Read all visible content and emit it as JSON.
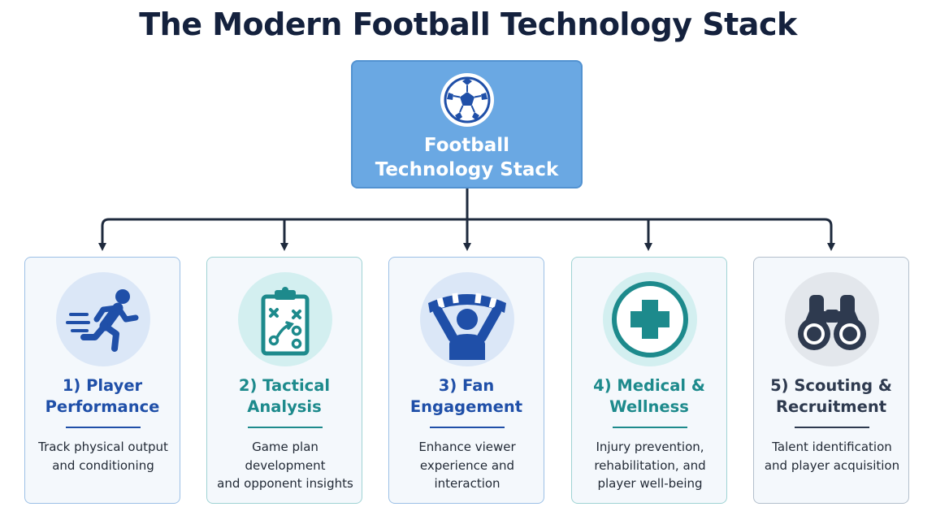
{
  "title": "The Modern Football Technology Stack",
  "root": {
    "label_line1": "Football",
    "label_line2": "Technology Stack",
    "icon": "soccer-ball-icon"
  },
  "cards": [
    {
      "title_line1": "1) Player",
      "title_line2": "Performance",
      "desc_line1": "Track physical output",
      "desc_line2": "and conditioning",
      "desc_line3": "",
      "icon": "running-player-icon",
      "accent": "#1f4fa8",
      "circle": "#dbe7f7",
      "border": "#9cc0e6"
    },
    {
      "title_line1": "2) Tactical",
      "title_line2": "Analysis",
      "desc_line1": "Game plan development",
      "desc_line2": "and opponent insights",
      "desc_line3": "",
      "icon": "tactics-clipboard-icon",
      "accent": "#1d8a8c",
      "circle": "#d3eff0",
      "border": "#9fd3d4"
    },
    {
      "title_line1": "3) Fan",
      "title_line2": "Engagement",
      "desc_line1": "Enhance viewer",
      "desc_line2": "experience and",
      "desc_line3": "interaction",
      "icon": "cheering-fan-scarf-icon",
      "accent": "#1f4fa8",
      "circle": "#dbe7f7",
      "border": "#9cc0e6"
    },
    {
      "title_line1": "4) Medical &",
      "title_line2": "Wellness",
      "desc_line1": "Injury prevention,",
      "desc_line2": "rehabilitation, and",
      "desc_line3": "player well-being",
      "icon": "medical-cross-icon",
      "accent": "#1d8a8c",
      "circle": "#d3eff0",
      "border": "#9fd3d4"
    },
    {
      "title_line1": "5) Scouting &",
      "title_line2": "Recruitment",
      "desc_line1": "Talent identification",
      "desc_line2": "and player acquisition",
      "desc_line3": "",
      "icon": "binoculars-icon",
      "accent": "#2e3a4f",
      "circle": "#e3e7ec",
      "border": "#b3bfcc"
    }
  ]
}
